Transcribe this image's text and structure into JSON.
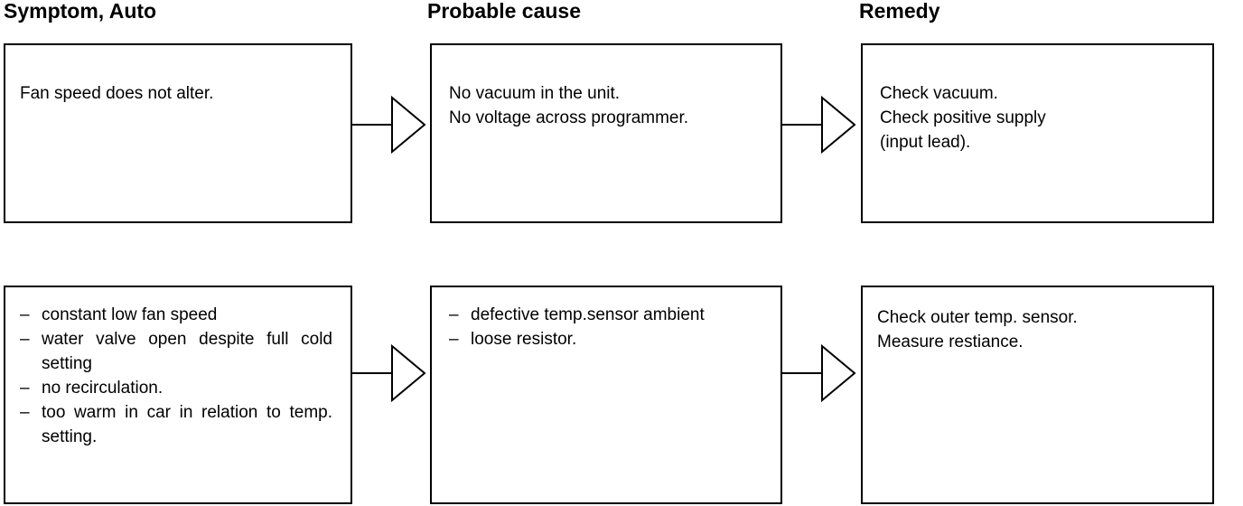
{
  "headers": {
    "symptom": "Symptom, Auto",
    "cause": "Probable cause",
    "remedy": "Remedy"
  },
  "rows": [
    {
      "symptom": {
        "lines": [
          "Fan speed does not alter."
        ]
      },
      "cause": {
        "lines": [
          "No vacuum in the unit.",
          "No voltage across programmer."
        ]
      },
      "remedy": {
        "lines": [
          "Check vacuum.",
          "Check positive supply",
          "(input lead)."
        ]
      }
    },
    {
      "symptom": {
        "items": [
          "constant low fan speed",
          "water valve open despite full cold setting",
          "no recirculation.",
          "too warm in car in relation to temp. setting."
        ]
      },
      "cause": {
        "items": [
          "defective temp.sensor ambient",
          "loose resistor."
        ]
      },
      "remedy": {
        "lines": [
          "Check outer temp. sensor.",
          "Measure restiance."
        ]
      }
    }
  ],
  "bullet": "–",
  "colors": {
    "line": "#000000",
    "background": "#ffffff"
  }
}
